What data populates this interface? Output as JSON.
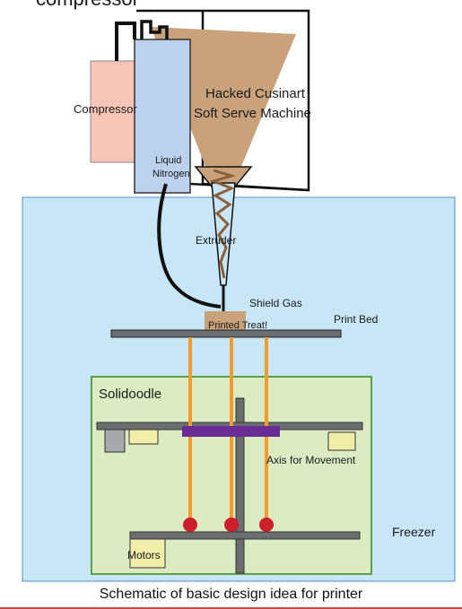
{
  "labels": {
    "top_cut": "compressor",
    "compressor": "Compressor",
    "liquid_nitrogen_1": "Liquid",
    "liquid_nitrogen_2": "Nitrogen",
    "machine_1": "Hacked Cusinart",
    "machine_2": "Soft Serve Machine",
    "extruder": "Extruder",
    "shield_gas": "Shield Gas",
    "printed_treat": "Printed Treat!",
    "print_bed": "Print Bed",
    "solidoodle": "Solidoodle",
    "axis": "Axis for Movement",
    "motors": "Motors",
    "freezer": "Freezer"
  },
  "caption": "Schematic of basic design idea for printer",
  "colors": {
    "freezer": "#c9e6f7",
    "solidoodle": "#dcebc2",
    "solidoodle_border": "#5aa04a",
    "compressor": "#f6c5b8",
    "liquid_nitrogen": "#bcd2ec",
    "cream": "#c9a27c",
    "rod": "#f39c2e",
    "motor_ball": "#cc1f2a",
    "carriage": "#6a2d96",
    "gray_bar": "#6b6d6f",
    "block": "#f1eeaa",
    "accent_rule": "#c0504d"
  }
}
